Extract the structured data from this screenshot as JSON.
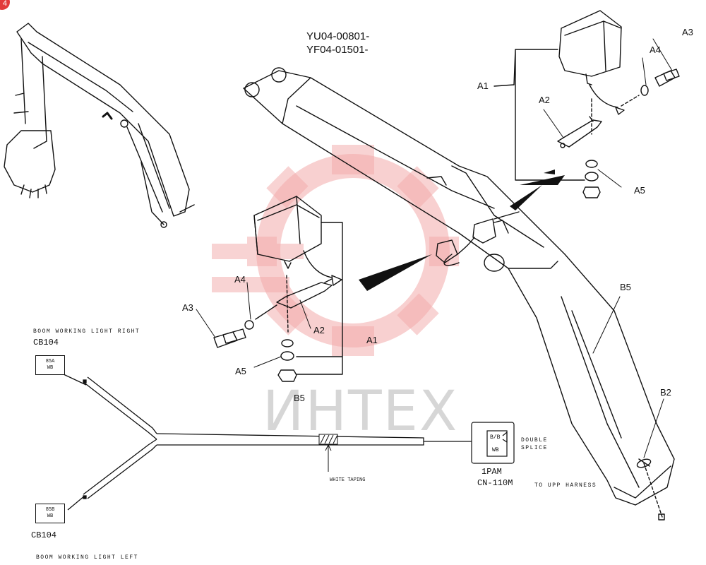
{
  "header": {
    "line1": "YU04-00801-",
    "line2": "YF04-01501-"
  },
  "badge": "4",
  "watermark": {
    "text": "ИНТЕХ",
    "color": "#f1a3a3"
  },
  "callouts": {
    "a1_top": "A1",
    "a2_top": "A2",
    "a3_top": "A3",
    "a4_top": "A4",
    "a5_top": "A5",
    "a1_mid": "A1",
    "a2_mid": "A2",
    "a3_mid": "A3",
    "a4_mid": "A4",
    "a5_mid": "A5",
    "b5_boom": "B5",
    "b2": "B2",
    "b5_wire": "B5"
  },
  "harness": {
    "right_title": "BOOM WORKING LIGHT RIGHT",
    "right_connector": "CB104",
    "right_box_1": "85A",
    "right_box_2": "WB",
    "left_box_1": "85B",
    "left_box_2": "WB",
    "left_connector": "CB104",
    "left_title": "BOOM WORKING LIGHT LEFT",
    "taping": "WHITE TAPING",
    "splice_box_1": "B/B",
    "splice_box_2": "WB",
    "splice_label_1": "DOUBLE",
    "splice_label_2": "SPLICE",
    "splice_code_1": "1PAM",
    "splice_code_2": "CN-110M",
    "to_harness": "TO UPP HARNESS"
  }
}
